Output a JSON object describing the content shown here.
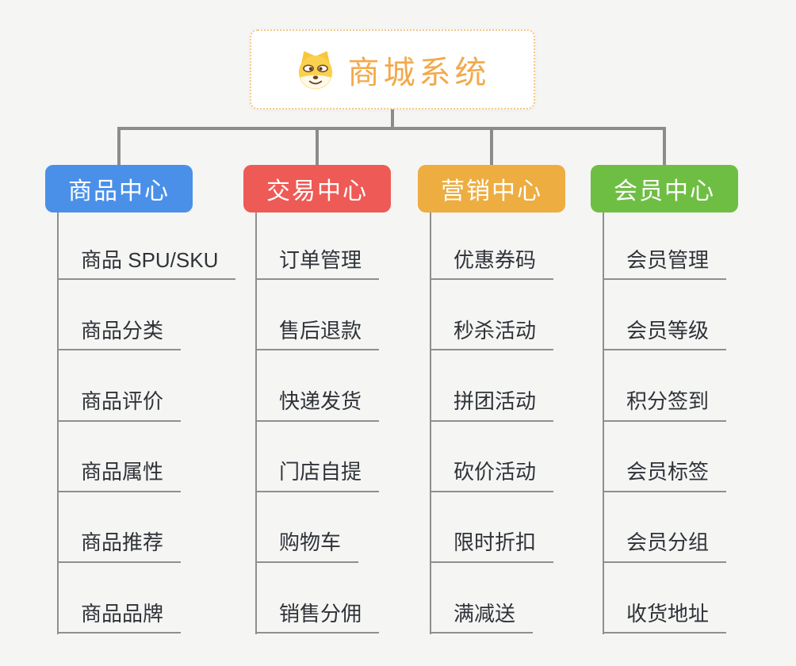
{
  "colors": {
    "bg": "#f5f5f4",
    "connector": "#8c8c8c",
    "underline": "#8f8f8f",
    "leaf-text": "#2f3338",
    "root-accent": "#f2a94b",
    "root-border": "#f3c988",
    "branch-text": "#ffffff"
  },
  "root": {
    "label": "商城系统",
    "icon": "doge-icon"
  },
  "branches": [
    {
      "label": "商品中心",
      "color": "#4a90e8",
      "children": [
        "商品 SPU/SKU",
        "商品分类",
        "商品评价",
        "商品属性",
        "商品推荐",
        "商品品牌"
      ]
    },
    {
      "label": "交易中心",
      "color": "#ee5a55",
      "children": [
        "订单管理",
        "售后退款",
        "快递发货",
        "门店自提",
        "购物车",
        "销售分佣"
      ]
    },
    {
      "label": "营销中心",
      "color": "#edad40",
      "children": [
        "优惠券码",
        "秒杀活动",
        "拼团活动",
        "砍价活动",
        "限时折扣",
        "满减送"
      ]
    },
    {
      "label": "会员中心",
      "color": "#6fbe44",
      "children": [
        "会员管理",
        "会员等级",
        "积分签到",
        "会员标签",
        "会员分组",
        "收货地址"
      ]
    }
  ]
}
